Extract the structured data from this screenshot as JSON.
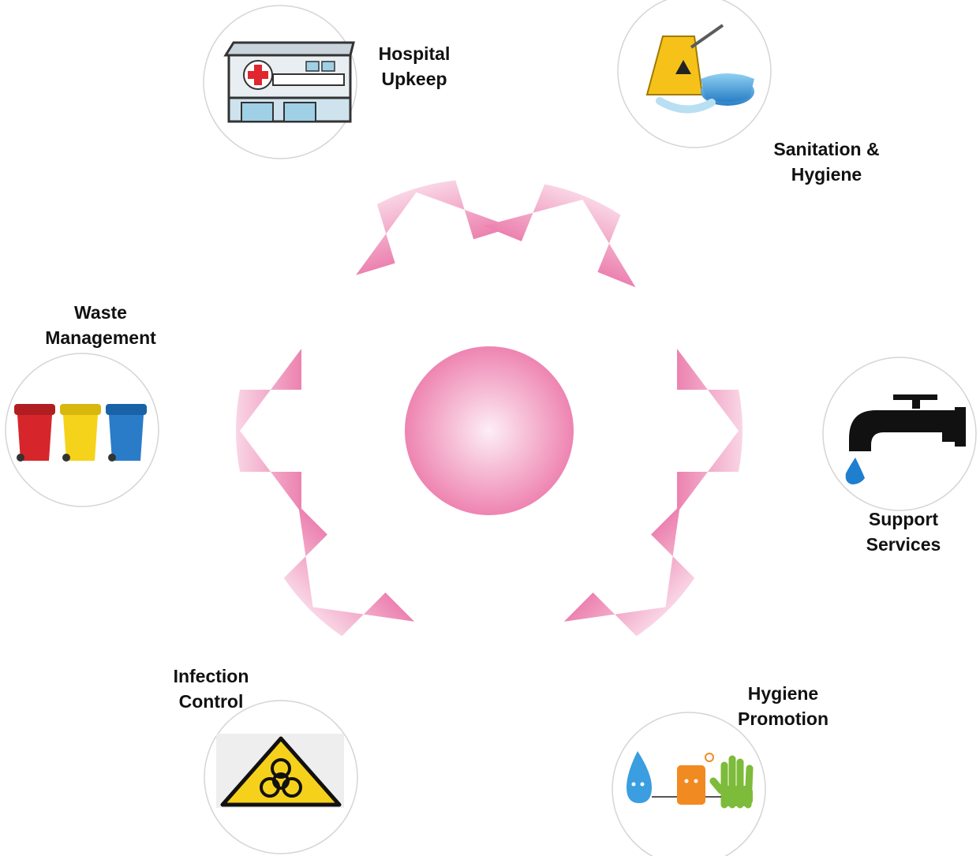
{
  "colors": {
    "accent_pink": "#ef86b3",
    "accent_pink_light": "#f9d3e3",
    "circle_border": "#d5d5d5",
    "text": "#111111"
  },
  "hub": {
    "shape": "sphere"
  },
  "nodes": [
    {
      "id": "hospital",
      "label_lines": [
        "Hospital",
        "Upkeep"
      ],
      "icon": "hospital-building-icon"
    },
    {
      "id": "sanitation",
      "label_lines": [
        "Sanitation &",
        "Hygiene"
      ],
      "icon": "mop-bucket-caution-sign-icon"
    },
    {
      "id": "support",
      "label_lines": [
        "Support",
        "Services"
      ],
      "icon": "water-tap-icon"
    },
    {
      "id": "hygiene-promotion",
      "label_lines": [
        "Hygiene",
        "Promotion"
      ],
      "icon": "soap-water-hand-characters-icon"
    },
    {
      "id": "infection",
      "label_lines": [
        "Infection",
        "Control"
      ],
      "icon": "biohazard-sign-icon"
    },
    {
      "id": "waste",
      "label_lines": [
        "Waste",
        "Management"
      ],
      "icon": "waste-bins-icon"
    }
  ]
}
